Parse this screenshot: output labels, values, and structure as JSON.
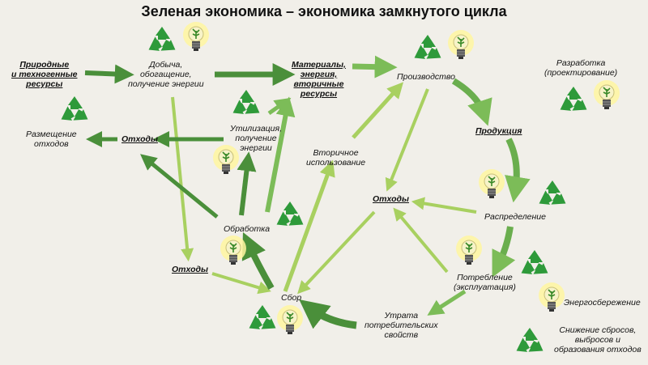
{
  "title": "Зеленая экономика – экономика замкнутого цикла",
  "nodes": {
    "natural_resources": "Природные\nи техногенные\nресурсы",
    "extraction": "Добыча,\nобогащение,\nполучение энергии",
    "materials": "Материалы,\nэнергия,\nвторичные\nресурсы",
    "production": "Производство",
    "design": "Разработка\n(проектирование)",
    "placement": "Размещение\nотходов",
    "waste_left": "Отходы",
    "utilization": "Утилизация,\nполучение\nэнергии",
    "secondary_use": "Вторичное\nиспользование",
    "products": "Продукция",
    "waste_center": "Отходы",
    "distribution": "Распределение",
    "processing": "Обработка",
    "waste_bottom": "Отходы",
    "collection": "Сбор",
    "consumption": "Потребление\n(эксплуатация)",
    "loss": "Утрата\nпотребительских\nсвойств",
    "energy_saving": "Энергосбережение",
    "reduction": "Снижение сбросов,\nвыбросов и\nобразования отходов"
  },
  "colors": {
    "arrow_dark": "#4a8f3a",
    "arrow_light": "#a8d060",
    "recycle": "#2e9a3a",
    "bulb_glow": "#fff6a0"
  },
  "icons": [
    "recycle-icon",
    "light-bulb-icon"
  ]
}
